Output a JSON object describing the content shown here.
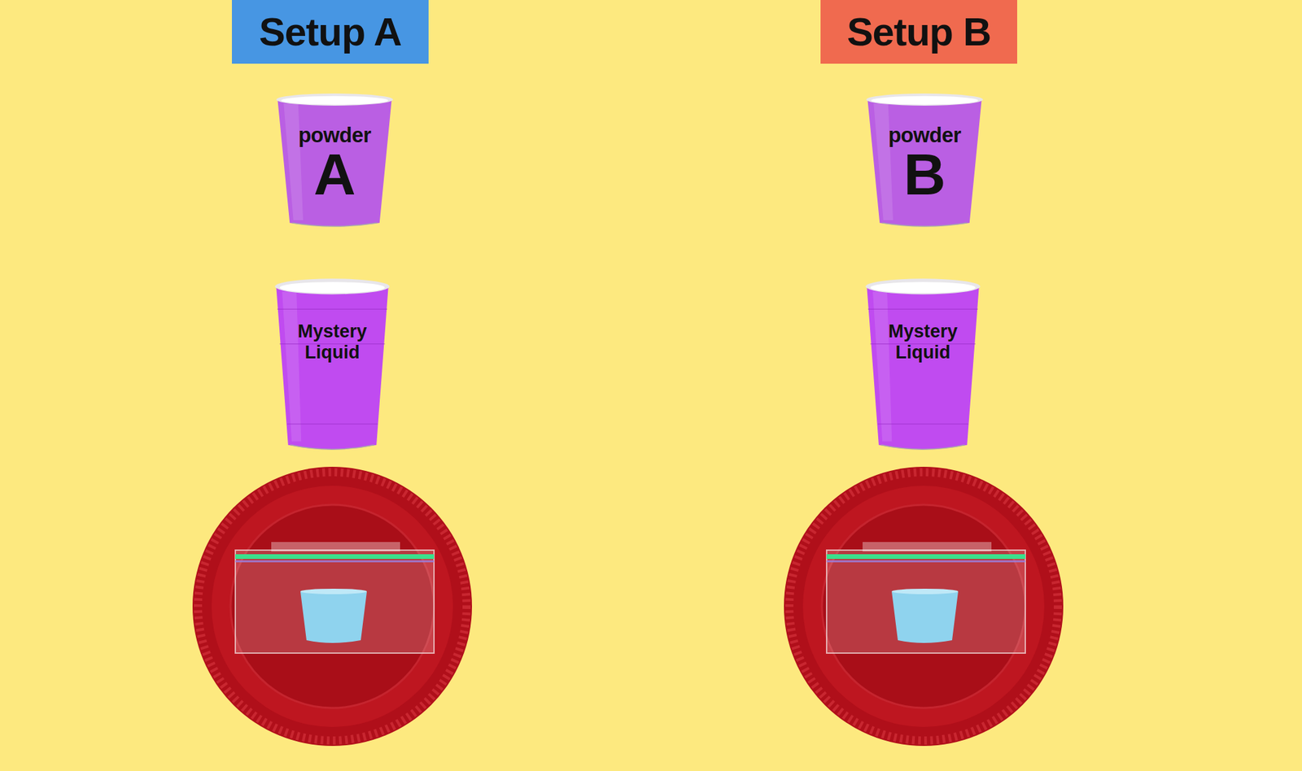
{
  "diagram": {
    "nodes": [
      {
        "text": [
          "Setup A"
        ]
      },
      {
        "text": [
          "powder",
          "A"
        ]
      },
      {
        "text": [
          "Mystery Liquid"
        ]
      },
      {
        "text": [
          "Setup B"
        ]
      },
      {
        "text": [
          "powder",
          "B"
        ]
      },
      {
        "text": [
          "Mystery Liquid"
        ]
      }
    ]
  }
}
